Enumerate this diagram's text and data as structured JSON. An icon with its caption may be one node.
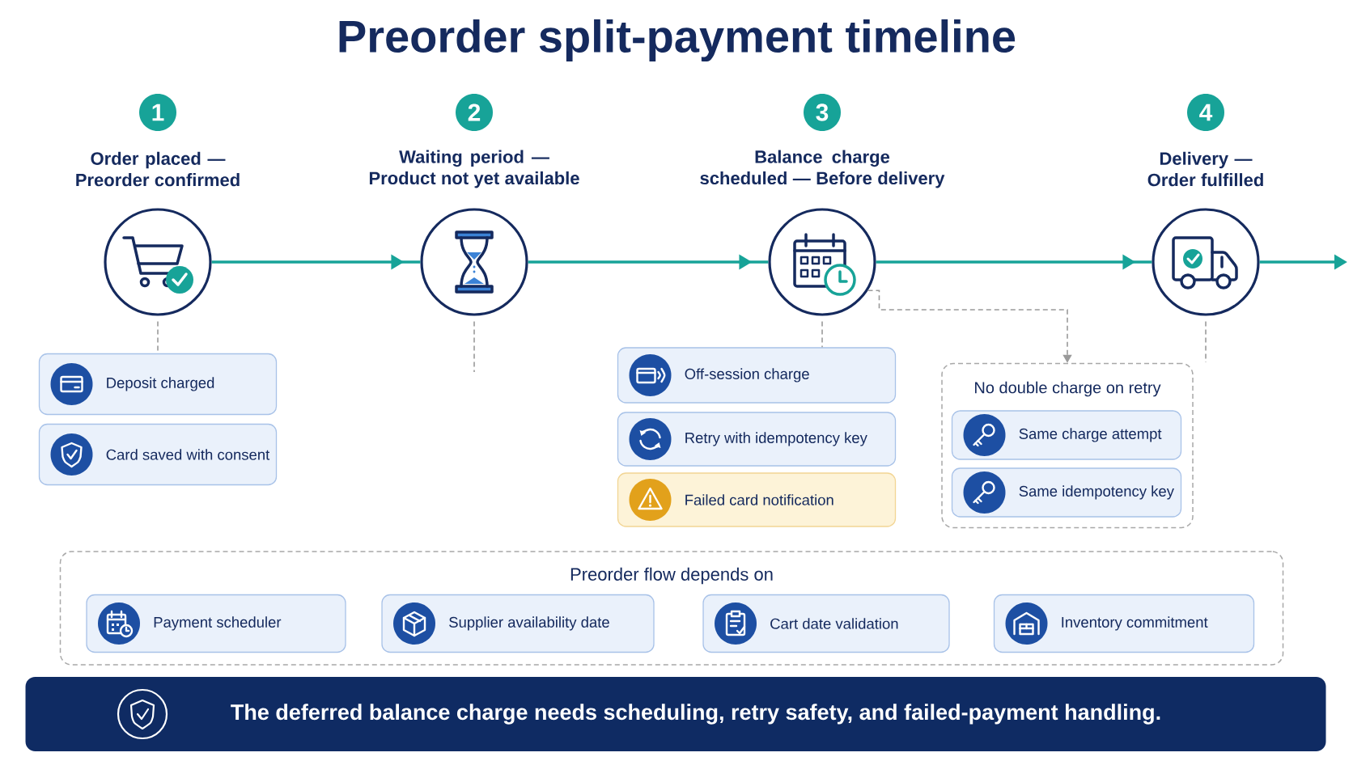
{
  "diagram": {
    "title": "Preorder split-payment timeline",
    "nodes": [
      {
        "text": [
          "1",
          "Order placed — Preorder confirmed"
        ]
      },
      {
        "text": [
          "2",
          "Waiting period — Product not yet available"
        ]
      },
      {
        "text": [
          "3",
          "Balance charge scheduled — Before delivery"
        ]
      },
      {
        "text": [
          "4",
          "Delivery — Order fulfilled"
        ]
      },
      {
        "text": [
          "Deposit charged"
        ]
      },
      {
        "text": [
          "Card saved with consent"
        ]
      },
      {
        "text": [
          "Off-session charge"
        ]
      },
      {
        "text": [
          "Retry with idempotency key"
        ]
      },
      {
        "text": [
          "Failed card notification"
        ]
      },
      {
        "text": [
          "No double charge on retry"
        ]
      },
      {
        "text": [
          "Same charge attempt"
        ],
        "in": 9
      },
      {
        "text": [
          "Same idempotency key"
        ],
        "in": 9
      },
      {
        "text": [
          "Preorder flow depends on"
        ]
      },
      {
        "text": [
          "Payment scheduler"
        ],
        "in": 12
      },
      {
        "text": [
          "Supplier availability date"
        ],
        "in": 12
      },
      {
        "text": [
          "Cart date validation"
        ],
        "in": 12
      },
      {
        "text": [
          "Inventory commitment"
        ],
        "in": 12
      },
      {
        "text": [
          "The deferred balance charge needs scheduling, retry safety, and failed-payment handling."
        ]
      }
    ],
    "edges": [
      {
        "from": 0,
        "to": 1,
        "arrow": "to",
        "color": "#17a398"
      },
      {
        "from": 1,
        "to": 2,
        "arrow": "to",
        "color": "#17a398"
      },
      {
        "from": 2,
        "to": 3,
        "arrow": "to",
        "color": "#17a398"
      },
      {
        "from": 3,
        "to": null,
        "arrow": "to",
        "color": "#17a398"
      },
      {
        "from": 0,
        "to": 4,
        "arrow": "none",
        "style": "dashed"
      },
      {
        "from": 1,
        "to": null,
        "arrow": "none",
        "style": "dashed"
      },
      {
        "from": 2,
        "to": 6,
        "arrow": "none",
        "style": "dashed"
      },
      {
        "from": 3,
        "to": null,
        "arrow": "none",
        "style": "dashed"
      },
      {
        "from": 2,
        "to": 9,
        "arrow": "to",
        "style": "dashed"
      }
    ]
  }
}
